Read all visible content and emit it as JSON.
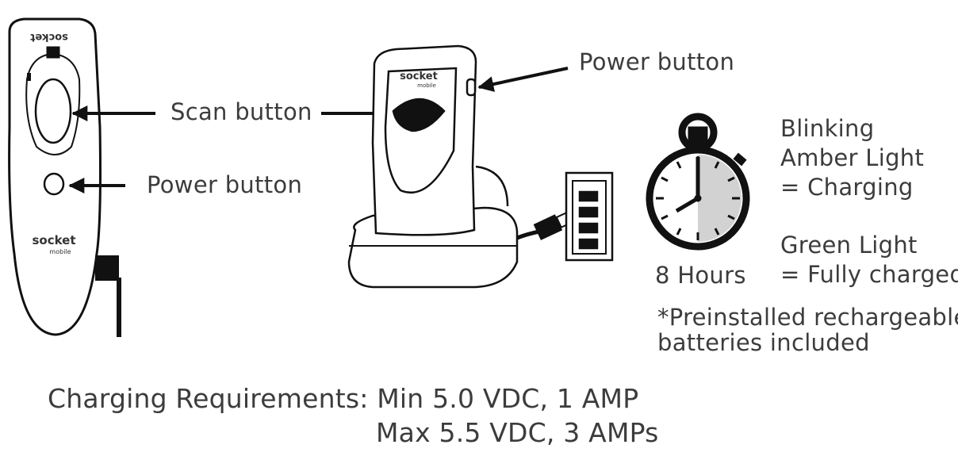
{
  "labels": {
    "scan_button": "Scan button",
    "power_button_scanner": "Power button",
    "power_button_cradle": "Power button",
    "blinking_line1": "Blinking",
    "blinking_line2": "Amber Light",
    "blinking_line3": "= Charging",
    "green_line1": "Green Light",
    "green_line2": "= Fully charged",
    "hours": "8 Hours",
    "note_line1": "*Preinstalled rechargeable",
    "note_line2": "batteries included"
  },
  "brand": {
    "name": "socket",
    "sub": "mobile"
  },
  "requirements": {
    "line1": "Charging Requirements: Min 5.0 VDC, 1 AMP",
    "line2": "Max 5.5 VDC, 3 AMPs"
  },
  "colors": {
    "ink": "#111111",
    "text": "#3c3c3c",
    "dial_fill": "#d2d2d2"
  },
  "icons": [
    "scanner-icon",
    "cradle-icon",
    "wall-outlet-icon",
    "stopwatch-icon",
    "arrow-icon"
  ]
}
